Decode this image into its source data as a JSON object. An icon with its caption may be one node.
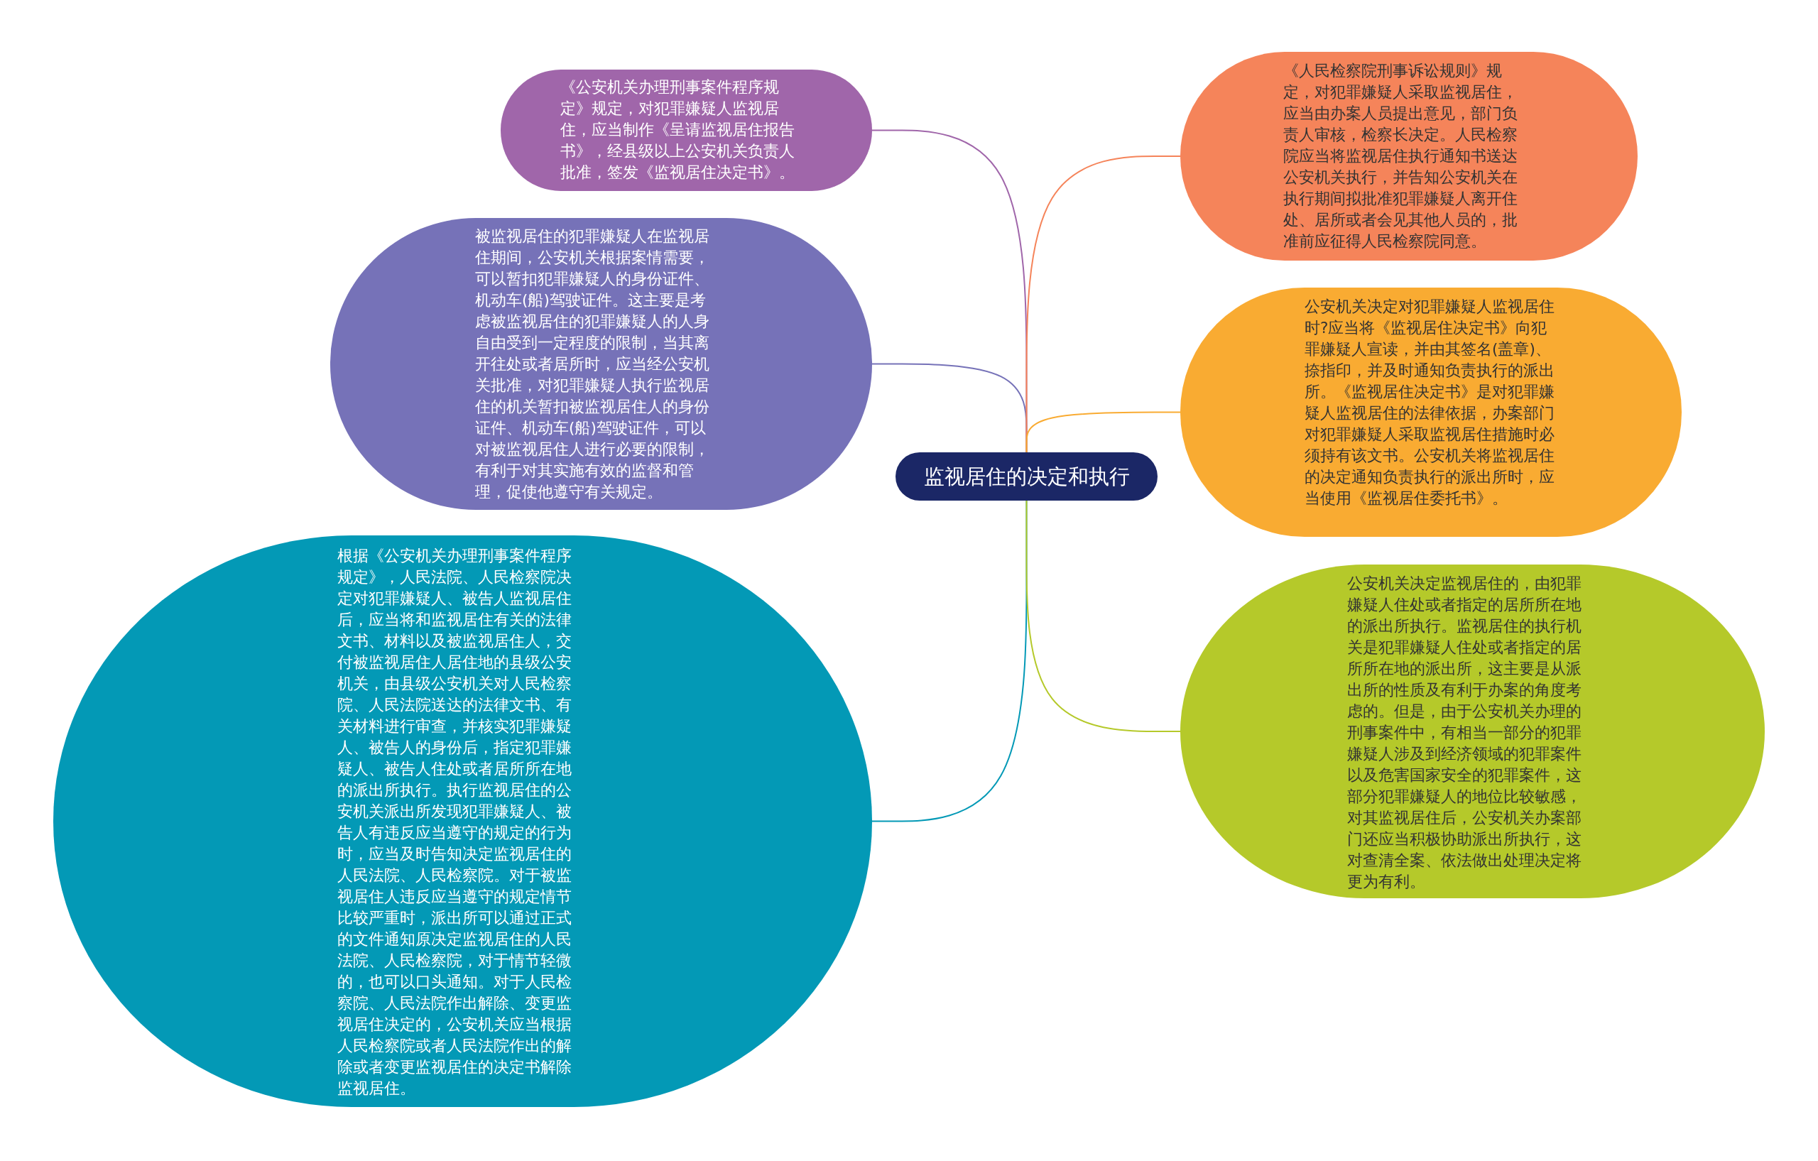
{
  "diagram": {
    "nodes": [
      {
        "text": [
          "监视居住的决定和执行"
        ]
      },
      {
        "text": [
          "《公安机关办理刑事案件程序规定》规定，对犯罪嫌疑人监视居住，应当制作《呈请监视居住报告书》，经县级以上公安机关负责人批准，签发《监视居住决定书》。"
        ]
      },
      {
        "text": [
          "被监视居住的犯罪嫌疑人在监视居住期间，公安机关根据案情需要，可以暂扣犯罪嫌疑人的身份证件、机动车(船)驾驶证件。这主要是考虑被监视居住的犯罪嫌疑人的人身自由受到一定程度的限制，当其离开往处或者居所时，应当经公安机关批准，对犯罪嫌疑人执行监视居住的机关暂扣被监视居住人的身份证件、机动车(船)驾驶证件，可以对被监视居住人进行必要的限制，有利于对其实施有效的监督和管理，促使他遵守有关规定。"
        ]
      },
      {
        "text": [
          "根据《公安机关办理刑事案件程序规定》，人民法院、人民检察院决定对犯罪嫌疑人、被告人监视居住后，应当将和监视居住有关的法律文书、材料以及被监视居住人，交付被监视居住人居住地的县级公安机关，由县级公安机关对人民检察院、人民法院送达的法律文书、有关材料进行审查，并核实犯罪嫌疑人、被告人的身份后，指定犯罪嫌疑人、被告人住处或者居所所在地的派出所执行。执行监视居住的公安机关派出所发现犯罪嫌疑人、被告人有违反应当遵守的规定的行为时，应当及时告知决定监视居住的人民法院、人民检察院。对于被监视居住人违反应当遵守的规定情节比较严重时，派出所可以通过正式的文件通知原决定监视居住的人民法院、人民检察院，对于情节轻微的，也可以口头通知。对于人民检察院、人民法院作出解除、变更监视居住决定的，公安机关应当根据人民检察院或者人民法院作出的解除或者变更监视居住的决定书解除监视居住。"
        ]
      },
      {
        "text": [
          "《人民检察院刑事诉讼规则》规定，对犯罪嫌疑人采取监视居住，应当由办案人员提出意见，部门负责人审核，检察长决定。人民检察院应当将监视居住执行通知书送达公安机关执行，并告知公安机关在执行期间拟批准犯罪嫌疑人离开住处、居所或者会见其他人员的，批准前应征得人民检察院同意。"
        ]
      },
      {
        "text": [
          "公安机关决定对犯罪嫌疑人监视居住时?应当将《监视居住决定书》向犯罪嫌疑人宣读，并由其签名(盖章)、捺指印，并及时通知负责执行的派出所。《监视居住决定书》是对犯罪嫌疑人监视居住的法律依据，办案部门对犯罪嫌疑人采取监视居住措施时必须持有该文书。公安机关将监视居住的决定通知负责执行的派出所时，应当使用《监视居住委托书》。"
        ]
      },
      {
        "text": [
          "公安机关决定监视居住的，由犯罪嫌疑人住处或者指定的居所所在地的派出所执行。监视居住的执行机关是犯罪嫌疑人住处或者指定的居所所在地的派出所，这主要是从派出所的性质及有利于办案的角度考虑的。但是，由于公安机关办理的刑事案件中，有相当一部分的犯罪嫌疑人涉及到经济领域的犯罪案件以及危害国家安全的犯罪案件，这部分犯罪嫌疑人的地位比较敏感，对其监视居住后，公安机关办案部门还应当积极协助派出所执行，这对查清全案、依法做出处理决定将更为有利。"
        ]
      }
    ],
    "edges": [
      {
        "from": 0,
        "to": 1,
        "arrow": "none",
        "color": "#a066aa"
      },
      {
        "from": 0,
        "to": 2,
        "arrow": "none",
        "color": "#7672b8"
      },
      {
        "from": 0,
        "to": 3,
        "arrow": "none",
        "color": "#0399b6"
      },
      {
        "from": 0,
        "to": 4,
        "arrow": "none",
        "color": "#f5845a"
      },
      {
        "from": 0,
        "to": 5,
        "arrow": "none",
        "color": "#f9ab32"
      },
      {
        "from": 0,
        "to": 6,
        "arrow": "none",
        "color": "#b5c92a"
      }
    ]
  }
}
